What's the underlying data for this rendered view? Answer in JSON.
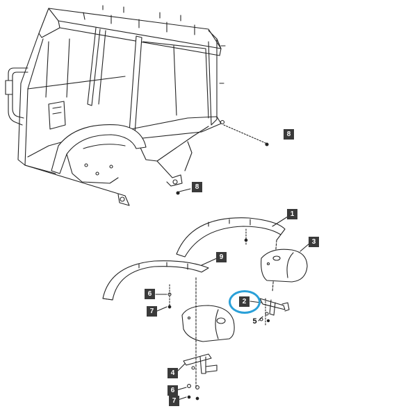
{
  "diagram": {
    "callouts": [
      {
        "id": "c8a",
        "label": "8"
      },
      {
        "id": "c8b",
        "label": "8"
      },
      {
        "id": "c1",
        "label": "1"
      },
      {
        "id": "c3",
        "label": "3"
      },
      {
        "id": "c9",
        "label": "9"
      },
      {
        "id": "c6a",
        "label": "6"
      },
      {
        "id": "c7a",
        "label": "7"
      },
      {
        "id": "c2",
        "label": "2"
      },
      {
        "id": "c5",
        "label": "5"
      },
      {
        "id": "c4",
        "label": "4"
      },
      {
        "id": "c6b",
        "label": "6"
      },
      {
        "id": "c7b",
        "label": "7"
      }
    ],
    "highlight_color": "#2aa0d8",
    "line_color": "#222222"
  }
}
